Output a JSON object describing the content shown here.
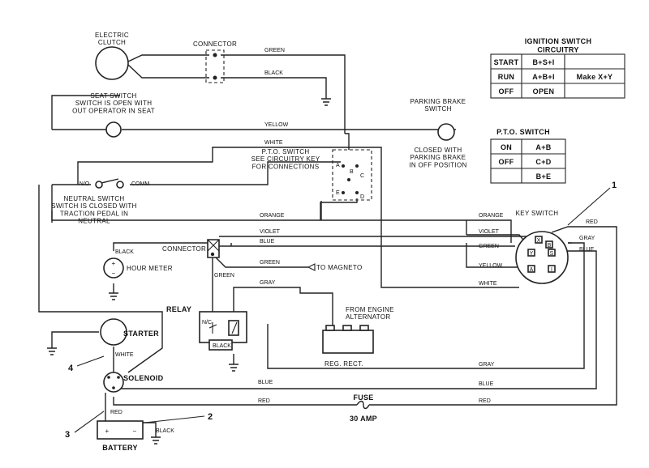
{
  "components": {
    "electric_clutch": "ELECTRIC\nCLUTCH",
    "connector_top": "CONNECTOR",
    "seat_switch": "SEAT SWITCH\nSWITCH IS OPEN WITH\nOUT OPERATOR IN SEAT",
    "pto_switch": "P.T.O. SWITCH\nSEE CIRCUITRY KEY\nFOR CONNECTIONS",
    "neutral_switch": "NEUTRAL SWITCH\nSWITCH IS CLOSED WITH\nTRACTION PEDAL IN\nNEUTRAL",
    "nc_label": "N/O",
    "comm_label": "COMM",
    "parking_brake": "PARKING BRAKE\nSWITCH",
    "parking_brake_note": "CLOSED WITH\nPARKING BRAKE\nIN OFF POSITION",
    "key_switch": "KEY SWITCH",
    "connector_mid": "CONNECTOR",
    "hour_meter": "HOUR METER",
    "relay": "RELAY",
    "relay_nc": "N/C",
    "engine_alternator": "FROM ENGINE\nALTERNATOR",
    "reg_rect": "REG. RECT.",
    "to_magneto": "TO MAGNETO",
    "starter": "STARTER",
    "solenoid": "SOLENOID",
    "battery": "BATTERY",
    "fuse": "FUSE",
    "fuse_rating": "30 AMP"
  },
  "pto_terminals": [
    "A",
    "B",
    "C",
    "D",
    "E"
  ],
  "key_terminals": [
    "X",
    "B",
    "Y",
    "S",
    "A",
    "I"
  ],
  "wires": {
    "green": "GREEN",
    "black": "BLACK",
    "yellow": "YELLOW",
    "white": "WHITE",
    "orange": "ORANGE",
    "violet": "VIOLET",
    "blue": "BLUE",
    "gray": "GRAY",
    "red": "RED"
  },
  "callouts": [
    "1",
    "2",
    "3",
    "4"
  ],
  "ignition_table": {
    "title": "IGNITION SWITCH\nCIRCUITRY",
    "rows": [
      [
        "START",
        "B+S+I",
        ""
      ],
      [
        "RUN",
        "A+B+I",
        "Make  X+Y"
      ],
      [
        "OFF",
        "OPEN",
        ""
      ]
    ]
  },
  "pto_table": {
    "title": "P.T.O. SWITCH",
    "rows": [
      [
        "ON",
        "A+B"
      ],
      [
        "OFF",
        "C+D"
      ],
      [
        "",
        "B+E"
      ]
    ]
  }
}
